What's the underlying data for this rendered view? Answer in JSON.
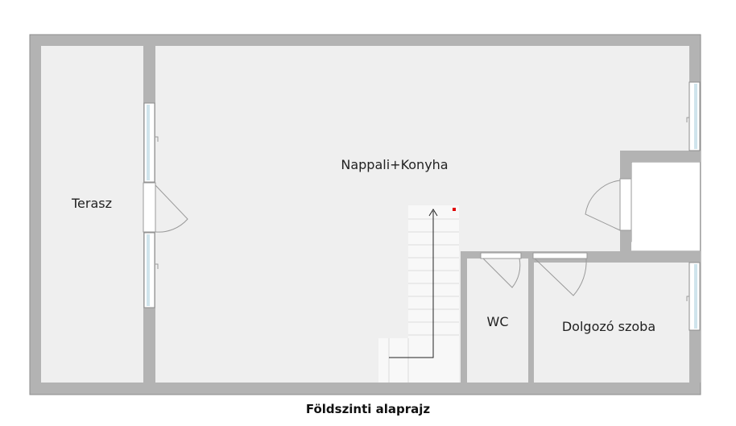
{
  "plan": {
    "caption": "Földszinti alaprajz",
    "rooms": [
      {
        "id": "terasz",
        "label": "Terasz"
      },
      {
        "id": "nappali-konyha",
        "label": "Nappali+Konyha"
      },
      {
        "id": "wc",
        "label": "WC"
      },
      {
        "id": "dolgozo-szoba",
        "label": "Dolgozó szoba"
      }
    ],
    "colors": {
      "wall": "#b3b3b3",
      "wall_edge": "#8c8c8c",
      "floor": "#efefef",
      "window": "#cfe4ec",
      "door_arc": "#9a9a9a",
      "stairs": "#f8f8f8",
      "marker": "#e00000"
    }
  }
}
